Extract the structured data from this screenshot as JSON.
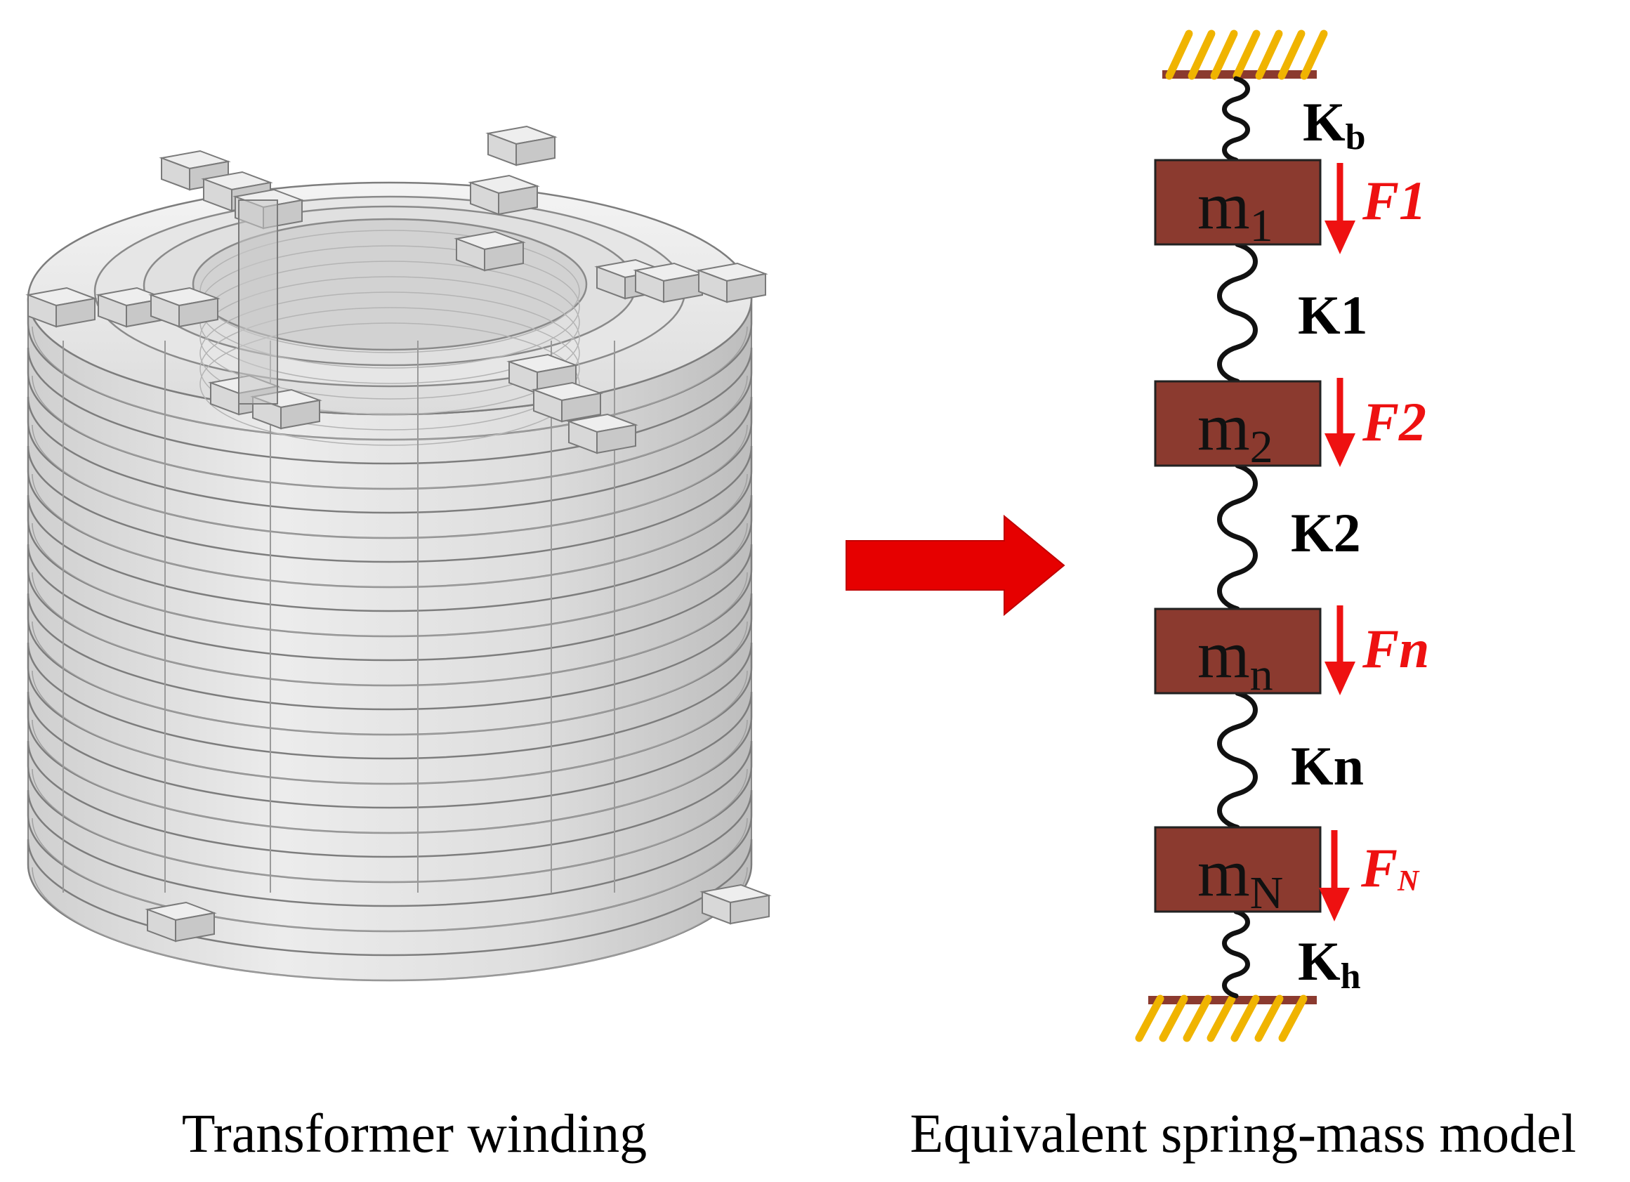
{
  "captions": {
    "left": "Transformer winding",
    "right": "Equivalent spring-mass model"
  },
  "springs": [
    {
      "main": "K",
      "sub": "b"
    },
    {
      "main": "K1",
      "sub": ""
    },
    {
      "main": "K2",
      "sub": ""
    },
    {
      "main": "Kn",
      "sub": ""
    },
    {
      "main": "K",
      "sub": "h"
    }
  ],
  "masses": [
    {
      "main": "m",
      "sub": "1"
    },
    {
      "main": "m",
      "sub": "2"
    },
    {
      "main": "m",
      "sub": "n"
    },
    {
      "main": "m",
      "sub": "N"
    }
  ],
  "forces": [
    {
      "main": "F1",
      "sub": ""
    },
    {
      "main": "F2",
      "sub": ""
    },
    {
      "main": "Fn",
      "sub": ""
    },
    {
      "main": "F",
      "sub": "N"
    }
  ],
  "colors": {
    "mass_fill": "#8b3a2f",
    "force": "#ee1111",
    "arrow": "#e60000",
    "hatch": "#f0b400",
    "ground": "#8b3a2f"
  },
  "icons": {
    "winding": "transformer-winding-illustration",
    "transform_arrow": "arrow-right-icon",
    "force_arrow": "arrow-down-icon"
  }
}
